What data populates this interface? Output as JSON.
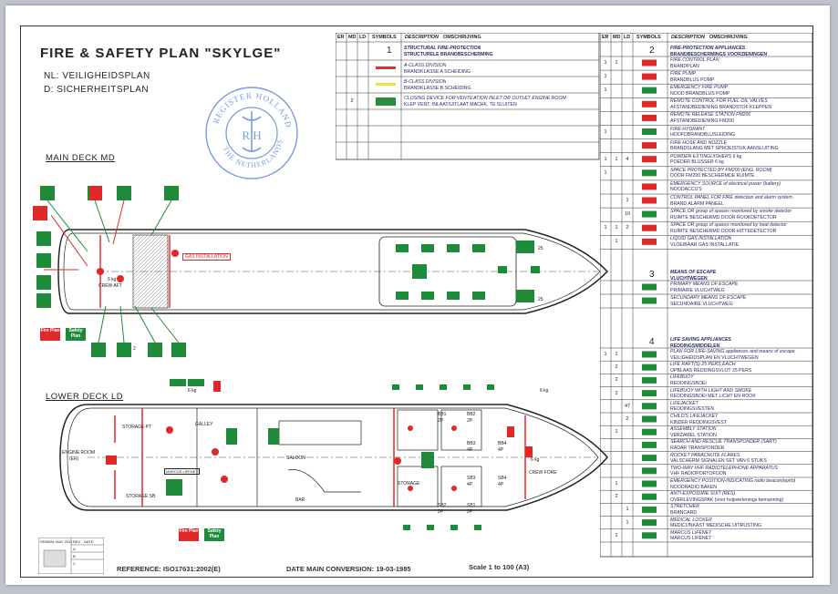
{
  "header": {
    "title": "FIRE & SAFETY PLAN \"SKYLGE\"",
    "nl_line": "NL:  VEILIGHEIDSPLAN",
    "d_line": "D:   SICHERHEITSPLAN",
    "stamp_top": "REGISTER HOLLAND",
    "stamp_bottom": "THE NETHERLANDS",
    "stamp_letters": "R H"
  },
  "decks": {
    "main": "MAIN DECK MD",
    "lower": "LOWER DECK LD"
  },
  "rooms": {
    "crew_aft": "CREW AFT",
    "gas_installation": "GAS INSTALLATION",
    "storage_pt": "STORAGE PT",
    "galley": "GALLEY",
    "engine_room": "ENGINE ROOM",
    "er": "(ER)",
    "storage_sb": "STORAGE SB",
    "saloon": "SALOON",
    "bar": "BAR",
    "storage": "STORAGE",
    "crew_fore": "CREW FORE",
    "marcus": "MARCUS LIFENET",
    "bb1": "BB1",
    "bb2": "BB2",
    "bb3": "BB3",
    "bb4": "BB4",
    "sb1": "SB1",
    "sb2": "SB2",
    "sb3": "SB3",
    "sb4": "SB4",
    "p2": "2P",
    "p4": "4P",
    "kg6": "6 kg",
    "n25": "25",
    "n2": "2"
  },
  "plan_boxes": {
    "fire": "Fire Plan",
    "safety": "Safety Plan"
  },
  "table_headers": {
    "er": "ER",
    "md": "MD",
    "ld": "LD",
    "symbols": "SYMBOLS",
    "description": "DESCRIPTION",
    "omschrijving": "OMSCHRIJVING"
  },
  "left_table": {
    "section_num": "1",
    "section_title": "STRUCTURAL FIRE-PROTECTION",
    "section_title_nl": "STRUCTURELE BRANDBESCHERMING",
    "rows": [
      {
        "er": "",
        "md": "",
        "ld": "",
        "color": "#e53030",
        "en": "A-CLASS DIVISION",
        "nl": "BRANDKLASSE A SCHEIDING"
      },
      {
        "er": "",
        "md": "",
        "ld": "",
        "color": "#f1e23a",
        "en": "B-CLASS DIVISION",
        "nl": "BRANDKLASSE B SCHEIDING"
      },
      {
        "er": "",
        "md": "2",
        "ld": "",
        "color": "#2e8b3e",
        "en": "CLOSING DEVICE FOR VENTILATION INLET OR OUTLET ENGINE ROOM",
        "nl": "KLEP VENT. INLAAT/UITLAAT MACHK. TE SLUITEN"
      }
    ]
  },
  "right_table": {
    "s2_num": "2",
    "s2_title": "FIRE-PROTECTION APPLIANCES",
    "s2_title_nl": "BRANDBESCHERMINGS VOORZIENINGEN",
    "s2_rows": [
      {
        "er": "1",
        "md": "1",
        "ld": "",
        "en": "FIRE CONTROL PLAN",
        "nl": "BRANDPLAN"
      },
      {
        "er": "1",
        "md": "",
        "ld": "",
        "en": "FIRE PUMP",
        "nl": "BRANDBLUS POMP"
      },
      {
        "er": "1",
        "md": "",
        "ld": "",
        "en": "EMERGENCY FIRE PUMP",
        "nl": "NOOD BRANDBLUS POMP"
      },
      {
        "er": "",
        "md": "",
        "ld": "",
        "en": "REMOTE CONTROL FOR FUEL OIL VALVES",
        "nl": "AFSTANDBEDIENING BRANDSTOF KLEPPEN"
      },
      {
        "er": "",
        "md": "",
        "ld": "",
        "en": "REMOTE RELEASE STATION FM200",
        "nl": "AFSTANDBEDIENING FM200"
      },
      {
        "er": "1",
        "md": "",
        "ld": "",
        "en": "FIRE HYDRANT",
        "nl": "HOOFDBRANDBLUSLEIDING"
      },
      {
        "er": "",
        "md": "",
        "ld": "",
        "en": "FIRE HOSE AND NOZZLE",
        "nl": "BRANDSLANG MET SPROEISTUK AANSLUITING"
      },
      {
        "er": "1",
        "md": "1",
        "ld": "4",
        "en": "POWDER EXTINGUISHERS 6 kg",
        "nl": "POEDER BLUSSER 6 kg"
      },
      {
        "er": "1",
        "md": "",
        "ld": "",
        "en": "SPACE PROTECTED BY FM200 (ENG. ROOM)",
        "nl": "DOOR FM200 BESCHERMDE RUIMTE"
      },
      {
        "er": "",
        "md": "",
        "ld": "",
        "en": "EMERGENCY SOURCE of electrical power (battery)",
        "nl": "NOODACCU'S"
      },
      {
        "er": "",
        "md": "",
        "ld": "1",
        "en": "CONTROL PANEL FOR FIRE detection and alarm system",
        "nl": "BRAND ALARM PANEEL"
      },
      {
        "er": "",
        "md": "",
        "ld": "10",
        "en": "SPACE OR group of spaces monitored by smoke detector",
        "nl": "RUIMTE BESCHERMD DOOR ROOKDETECTOR"
      },
      {
        "er": "1",
        "md": "1",
        "ld": "2",
        "en": "SPACE OR group of spaces monitored by heat detector",
        "nl": "RUIMTE BESCHERMD DOOR HITTEDETECTOR"
      },
      {
        "er": "",
        "md": "1",
        "ld": "",
        "en": "LIQUID GAS INSTALLATION",
        "nl": "VLOEIBAAR GAS INSTALLATIE"
      }
    ],
    "s3_num": "3",
    "s3_title": "MEANS OF ESCAPE",
    "s3_title_nl": "VLUCHTWEGEN",
    "s3_rows": [
      {
        "en": "PRIMARY MEANS OF ESCAPE",
        "nl": "PRIMAIRE VLUCHTWEG"
      },
      {
        "en": "SECUNDARY MEANS OF ESCAPE",
        "nl": "SECUNDAIRE VLUCHTWEG"
      }
    ],
    "s4_num": "4",
    "s4_title": "LIFE SAVING APPLIANCES",
    "s4_title_nl": "REDDINGSMIDDELEN",
    "s4_rows": [
      {
        "er": "1",
        "md": "1",
        "ld": "",
        "en": "PLAN FOR LIFE-SAVING appliances and means of escape",
        "nl": "VEILIGHEIDSPLAN EN VLUCHTWEGEN"
      },
      {
        "er": "",
        "md": "2",
        "ld": "",
        "en": "LIFE RAFT(S) 25 PERS EACH",
        "nl": "OPBLAAS REDDINGSVLOT 25 PERS"
      },
      {
        "er": "",
        "md": "2",
        "ld": "",
        "en": "LIFEBUOY",
        "nl": "REDDINGSBOEI"
      },
      {
        "er": "",
        "md": "2",
        "ld": "",
        "en": "LIFEBUOY WITH LIGHT AND SMOKE",
        "nl": "REDDINGSBOEI MET LICHT EN ROOK"
      },
      {
        "er": "",
        "md": "",
        "ld": "47",
        "en": "LIFEJACKET",
        "nl": "REDDINGSVESTEN"
      },
      {
        "er": "",
        "md": "",
        "ld": "2",
        "en": "CHILD'S LIFEJACKET",
        "nl": "KINDER REDDINGSVEST"
      },
      {
        "er": "",
        "md": "1",
        "ld": "",
        "en": "ASSEMBLY STATION",
        "nl": "VERZAMEL STATION"
      },
      {
        "er": "",
        "md": "",
        "ld": "",
        "en": "SEARCH AND RESCUE TRANSPONDER (SART)",
        "nl": "RADAR TRANSPONDER"
      },
      {
        "er": "",
        "md": "",
        "ld": "",
        "en": "ROCKET PARACHUTE FLARES",
        "nl": "VALSCHERM SIGNALEN  SET VAN 6 STUKS"
      },
      {
        "er": "",
        "md": "",
        "ld": "",
        "en": "TWO-WAY VHF RADIOTELEPHONE APPARATUS",
        "nl": "VHF RADIOPORTOFOON"
      },
      {
        "er": "",
        "md": "1",
        "ld": "",
        "en": "EMERGENCY POSITION-INDICATING radio beacon(epirb)",
        "nl": "NOODRADIO BAKEN"
      },
      {
        "er": "",
        "md": "2",
        "ld": "",
        "en": "ANTI-EXPOSURE SUIT (RES)",
        "nl": "OVERLEVINGSPAK (voor hulpverlenings bemanning)"
      },
      {
        "er": "",
        "md": "",
        "ld": "1",
        "en": "STRETCHER",
        "nl": "BRANCARD"
      },
      {
        "er": "",
        "md": "",
        "ld": "1",
        "en": "MEDICAL LOCKER",
        "nl": "MEDICIJNKAST MEDISCHE UITRUSTING"
      },
      {
        "er": "",
        "md": "1",
        "ld": "",
        "en": "MARCUS LIFENET",
        "nl": "MARCUS LIFENET"
      }
    ]
  },
  "footer": {
    "reference": "REFERENCE: ISO17631:2002(E)",
    "conversion": "DATE MAIN CONVERSION: 19-03-1985",
    "scale": "Scale 1 to 100 (A3)",
    "drawn": "DRAWN: MAY 2011",
    "rev_a": "A",
    "rev_b": "B",
    "rev_c": "C",
    "rev_col": "REV",
    "date_col": "DATE"
  },
  "colors": {
    "green": "#1e8a3a",
    "red": "#e02828",
    "navy": "#24246b",
    "hull": "#222222"
  }
}
